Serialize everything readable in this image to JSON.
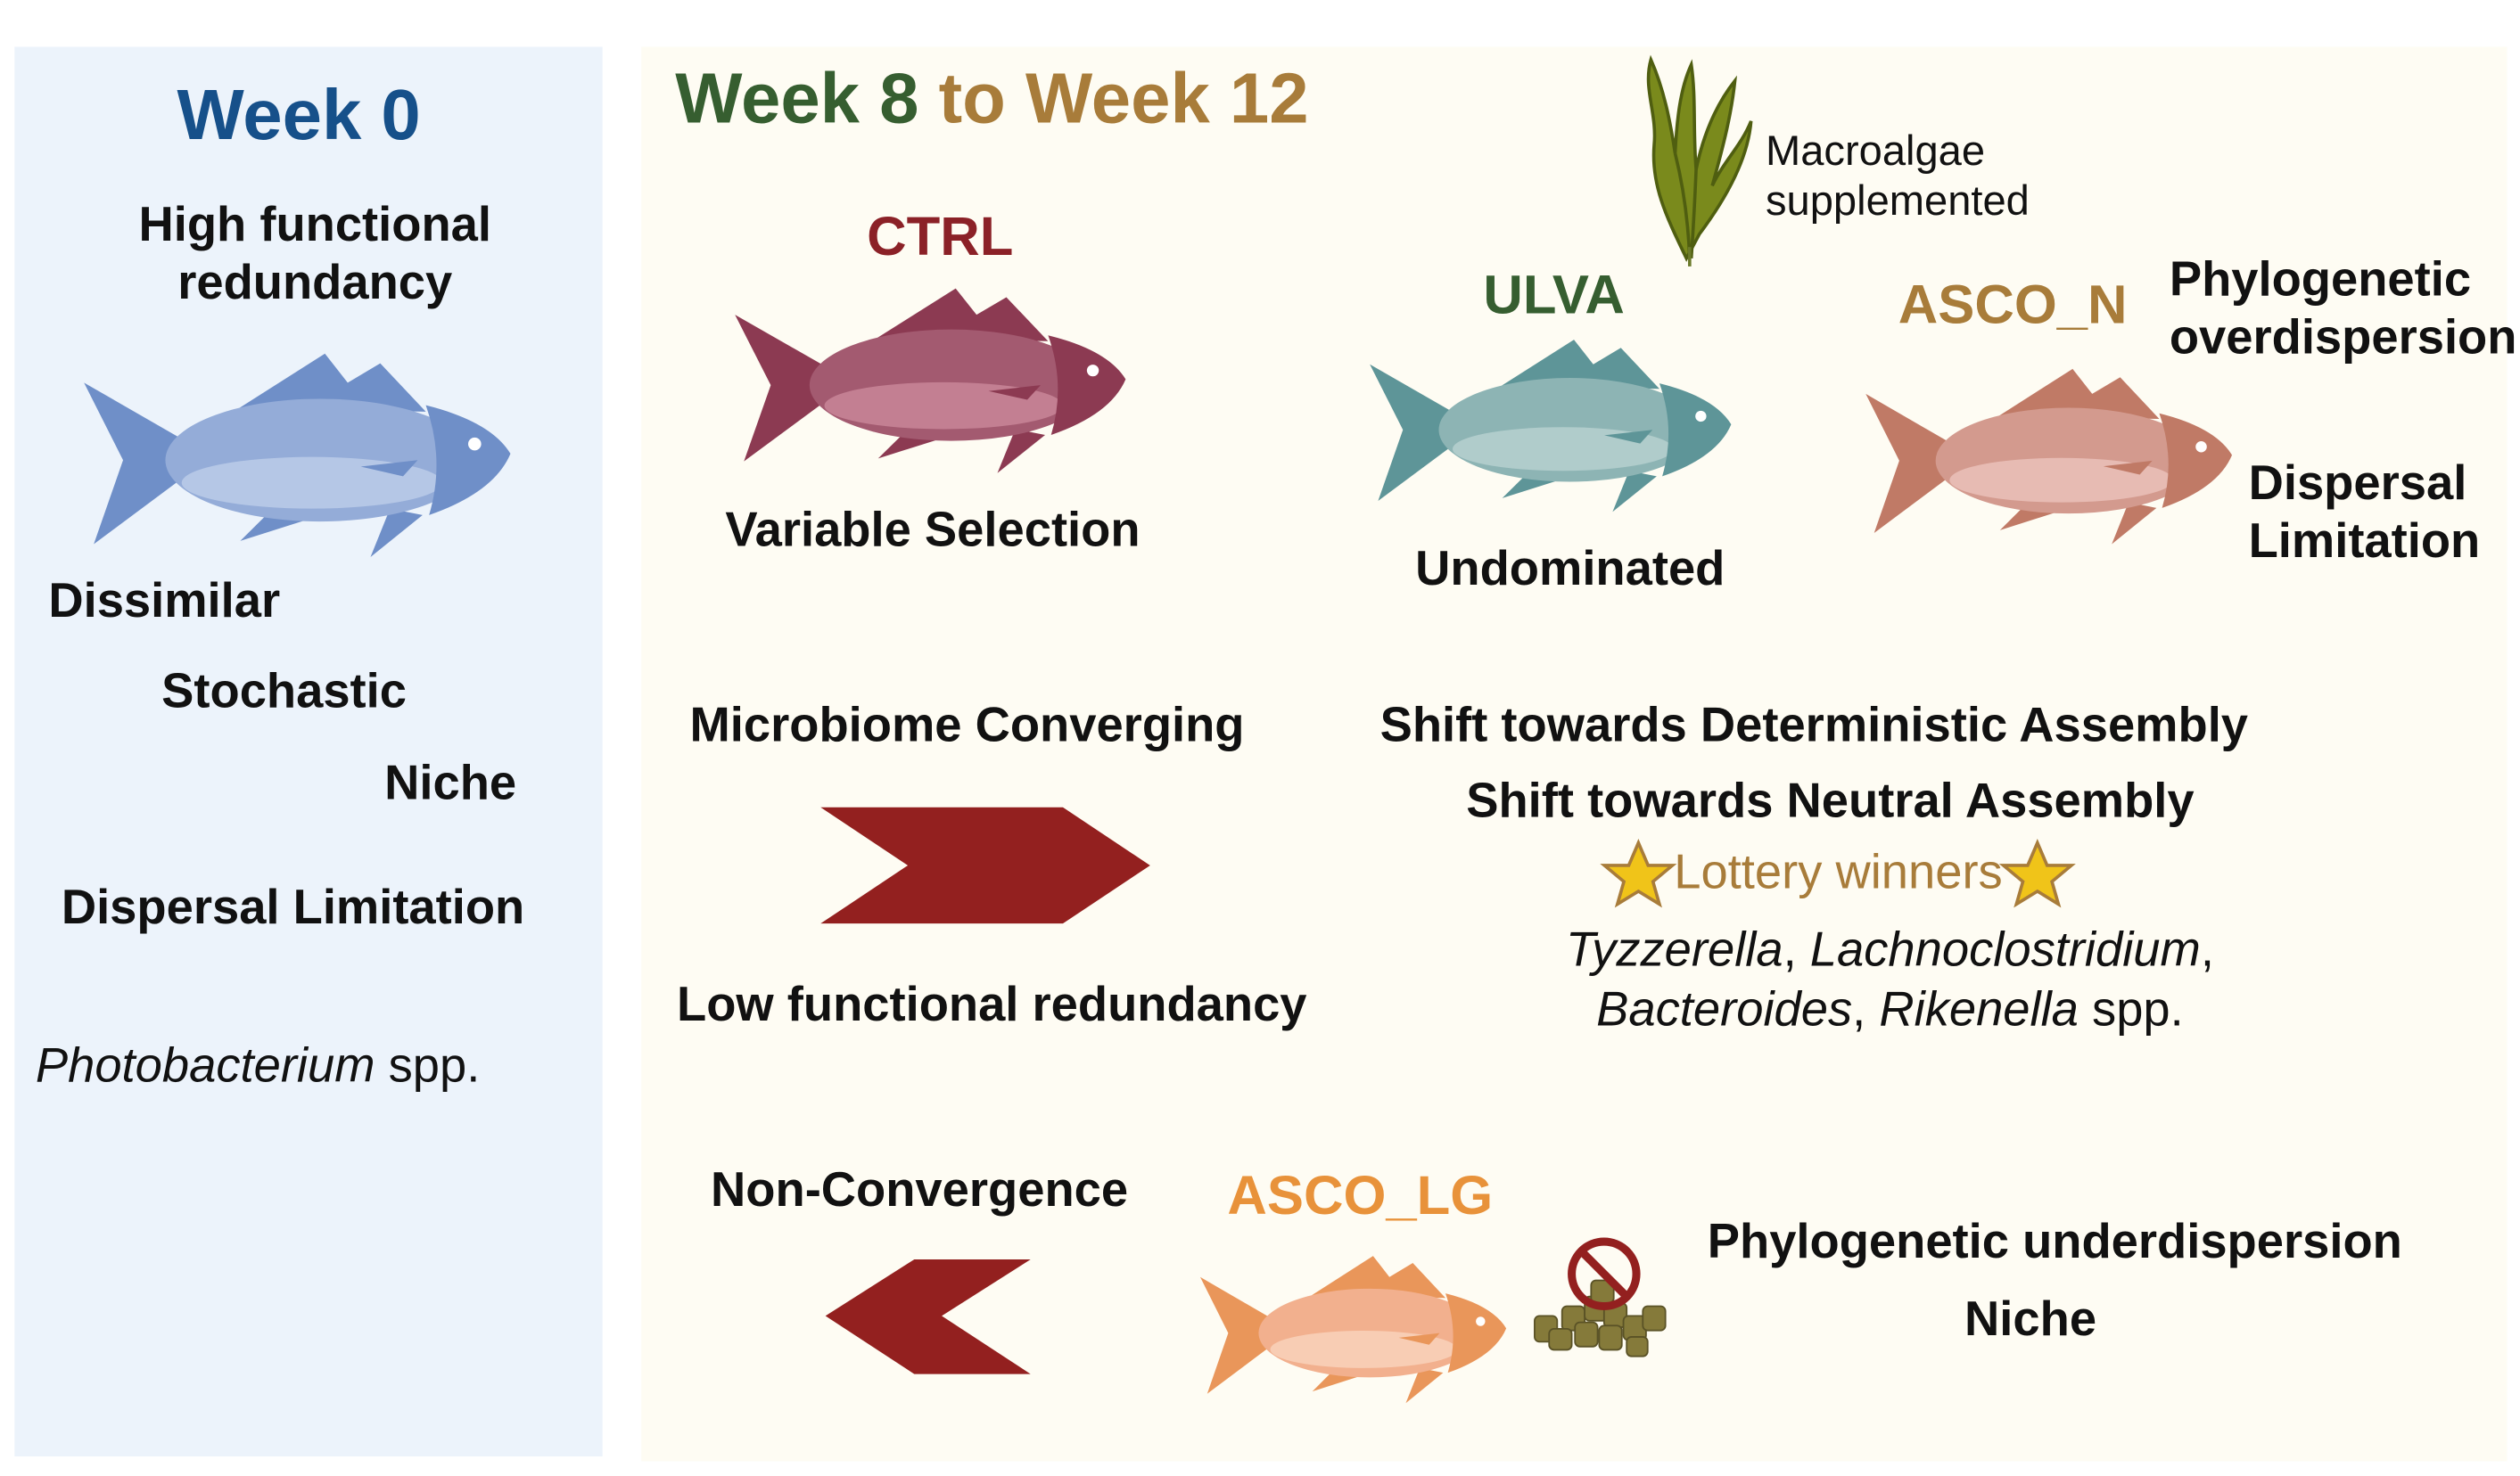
{
  "week0": {
    "title": "Week 0",
    "redundancy_line1": "High functional",
    "redundancy_line2": "redundancy",
    "terms": [
      "Dissimilar",
      "Stochastic",
      "Niche",
      "Dispersal Limitation"
    ],
    "taxon_italic": "Photobacterium",
    "taxon_suffix": " spp."
  },
  "week8_12": {
    "title_part1": "Week 8",
    "title_part2": "to Week 12",
    "macroalgae_line1": "Macroalgae",
    "macroalgae_line2": "supplemented",
    "groups": {
      "ctrl": {
        "label": "CTRL",
        "note": "Variable Selection"
      },
      "ulva": {
        "label": "ULVA",
        "note": "Undominated"
      },
      "asco_n": {
        "label": "ASCO_N",
        "note1_line1": "Phylogenetic",
        "note1_line2": "overdispersion",
        "note2_line1": "Dispersal",
        "note2_line2": "Limitation"
      },
      "asco_lg": {
        "label": "ASCO_LG",
        "note1": "Phylogenetic underdispersion",
        "note2": "Niche"
      }
    },
    "converging": "Microbiome Converging",
    "low_redundancy": "Low functional redundancy",
    "non_convergence": "Non-Convergence",
    "shift_deterministic": "Shift towards Deterministic Assembly",
    "shift_neutral": "Shift towards Neutral Assembly",
    "lottery": "Lottery winners",
    "taxa": {
      "t1": "Tyzzerella",
      "t2": "Lachnoclostridium",
      "t3": "Bacteroides",
      "t4": "Rikenella",
      "suffix": " spp."
    }
  },
  "colors": {
    "week0": "#16508a",
    "week8": "#365e30",
    "week12": "#a87c3a",
    "ctrl": "#8b2127",
    "ulva": "#365e30",
    "asco_n": "#a87c3a",
    "asco_lg": "#e8923a",
    "arrow": "#93201f",
    "star": "#f0c419"
  },
  "fish_colors": {
    "week0": {
      "body": "#94acd8",
      "dark": "#6f8fc8",
      "belly": "#b5c7e6"
    },
    "ctrl": {
      "body": "#a35a70",
      "dark": "#8c3a52",
      "belly": "#c37f92"
    },
    "ulva": {
      "body": "#8db4b4",
      "dark": "#5e9598",
      "belly": "#b0cccb"
    },
    "asco_n": {
      "body": "#d39a8e",
      "dark": "#c07a66",
      "belly": "#e7bbb3"
    },
    "asco_lg": {
      "body": "#f2b08e",
      "dark": "#e9965a",
      "belly": "#f8cdb4"
    }
  }
}
